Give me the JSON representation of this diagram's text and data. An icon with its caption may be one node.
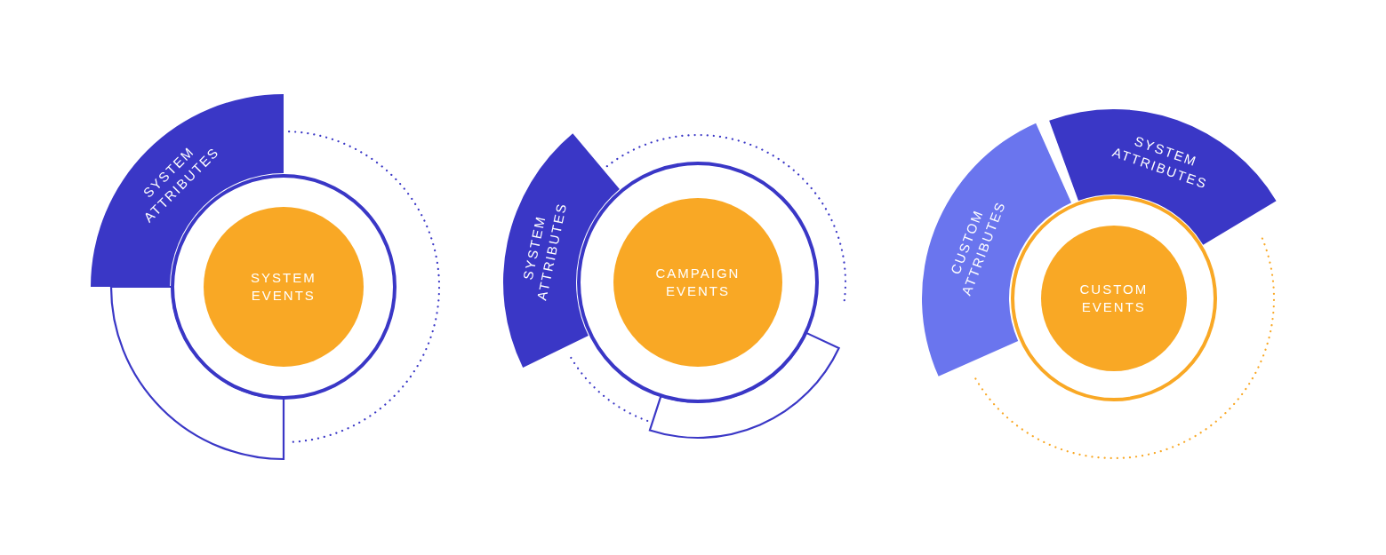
{
  "diagram": {
    "nodes": [
      {
        "text": [
          "SYSTEM ATTRIBUTES"
        ]
      },
      {
        "text": [],
        "shape": "circle"
      },
      {
        "text": [
          "SYSTEM EVENTS"
        ],
        "in": 1
      },
      {
        "text": [],
        "shape": "arc"
      },
      {
        "text": [
          "SYSTEM ATTRIBUTES"
        ]
      },
      {
        "text": [],
        "shape": "circle"
      },
      {
        "text": [
          "CAMPAIGN EVENTS"
        ],
        "in": 5
      },
      {
        "text": [],
        "shape": "arc"
      },
      {
        "text": [
          "CUSTOM ATTRIBUTES"
        ]
      },
      {
        "text": [
          "SYSTEM ATTRIBUTES"
        ]
      },
      {
        "text": [],
        "shape": "circle"
      },
      {
        "text": [
          "CUSTOM EVENTS"
        ],
        "in": 10
      }
    ]
  }
}
